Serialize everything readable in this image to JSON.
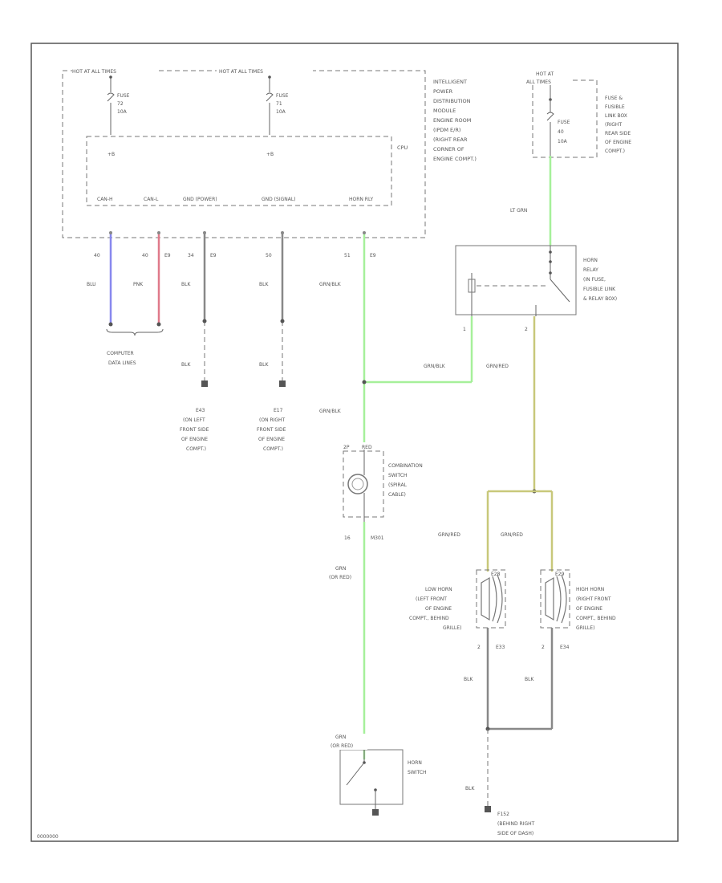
{
  "ipdm": {
    "hot_left": "HOT AT ALL TIMES",
    "hot_right": "HOT AT ALL TIMES",
    "fuse_left": [
      "FUSE",
      "72",
      "10A"
    ],
    "fuse_right": [
      "FUSE",
      "71",
      "10A"
    ],
    "cpu_label": "CPU",
    "desc": [
      "INTELLIGENT",
      "POWER",
      "DISTRIBUTION",
      "MODULE",
      "ENGINE ROOM",
      "(IPDM E/R)",
      "(RIGHT REAR",
      "CORNER OF",
      "ENGINE COMPT.)"
    ],
    "terminals": [
      "CAN-H",
      "CAN-L",
      "GND (POWER)",
      "GND (SIGNAL)",
      "HORN RLY"
    ]
  },
  "pins": {
    "p1": "40",
    "p2": "40",
    "p2conn": "E9",
    "p3": "34",
    "p3conn": "E9",
    "p4": "50",
    "p5": "51",
    "p5conn": "E9"
  },
  "wires": {
    "w1": "BLU",
    "w2": "PNK",
    "w3": "BLK",
    "w4": "BLK",
    "w5": "GRN/BLK",
    "w3b": "BLK",
    "w4b": "BLK",
    "w5b": "GRN/BLK",
    "relay_in": "LT GRN",
    "relay_out1": "GRN/BLK",
    "relay_out2": "GRN/RED",
    "horn_low_wire": "GRN/RED",
    "horn_high_wire": "GRN/RED",
    "sw_wire1": "GRN",
    "sw_wire2": "(OR RED)",
    "sw_wire3": "GRN",
    "sw_wire4": "(OR RED)",
    "gnd_l": "BLK",
    "gnd_r": "BLK",
    "gnd_bottom": "BLK"
  },
  "computer_data": [
    "COMPUTER",
    "DATA LINES"
  ],
  "grounds": {
    "e43": [
      "E43",
      "(ON LEFT",
      "FRONT SIDE",
      "OF ENGINE",
      "COMPT.)"
    ],
    "e17": [
      "E17",
      "(ON RIGHT",
      "FRONT SIDE",
      "OF ENGINE",
      "COMPT.)"
    ],
    "f152": [
      "F152",
      "(BEHIND RIGHT",
      "SIDE OF DASH)"
    ]
  },
  "fuse_box": {
    "hot": [
      "HOT AT",
      "ALL TIMES"
    ],
    "fuse": [
      "FUSE",
      "40",
      "10A"
    ],
    "desc": [
      "FUSE &",
      "FUSIBLE",
      "LINK BOX",
      "(RIGHT",
      "REAR SIDE",
      "OF ENGINE",
      "COMPT.)"
    ]
  },
  "relay": {
    "desc": [
      "HORN",
      "RELAY",
      "(IN FUSE,",
      "FUSIBLE LINK",
      "& RELAY BOX)"
    ],
    "pin1": "1",
    "pin2": "2"
  },
  "combo": {
    "conn": "2P",
    "conn_color": "RED",
    "desc": [
      "COMBINATION",
      "SWITCH",
      "(SPIRAL",
      "CABLE)"
    ],
    "pin": "16",
    "pinconn": "M301"
  },
  "horns": {
    "low": [
      "LOW HORN",
      "(LEFT FRONT",
      "OF ENGINE",
      "COMPT., BEHIND",
      "GRILLE)"
    ],
    "high": [
      "HIGH HORN",
      "(RIGHT FRONT",
      "OF ENGINE",
      "COMPT., BEHIND",
      "GRILLE)"
    ],
    "low_conn": "E28",
    "high_conn": "E29",
    "low_pin": "2",
    "low_pinconn": "E33",
    "high_pin": "2",
    "high_pinconn": "E34"
  },
  "horn_switch": [
    "HORN",
    "SWITCH"
  ],
  "footer": "0000000",
  "colors": {
    "blue": "#8888ee",
    "pink": "#e07a8a",
    "green": "#a6f09a",
    "olive": "#c8c87a",
    "gray": "#777777"
  }
}
